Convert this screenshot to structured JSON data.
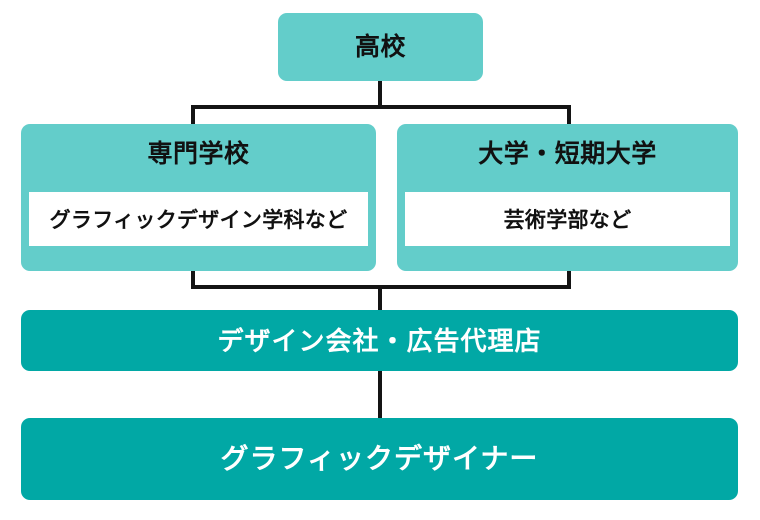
{
  "diagram": {
    "title": "graphic-designer-career-path-flowchart",
    "colors": {
      "light_teal": "#63cdca",
      "dark_teal": "#01a8a5",
      "connector": "#141414",
      "inner_box_bg": "#ffffff",
      "dark_text": "#111111",
      "light_text": "#ffffff"
    },
    "nodes": {
      "highschool": {
        "title": "高校"
      },
      "vocational": {
        "title": "専門学校",
        "detail": "グラフィックデザイン学科など"
      },
      "university": {
        "title": "大学・短期大学",
        "detail": "芸術学部など"
      },
      "agency": {
        "title": "デザイン会社・広告代理店"
      },
      "designer": {
        "title": "グラフィックデザイナー"
      }
    }
  }
}
